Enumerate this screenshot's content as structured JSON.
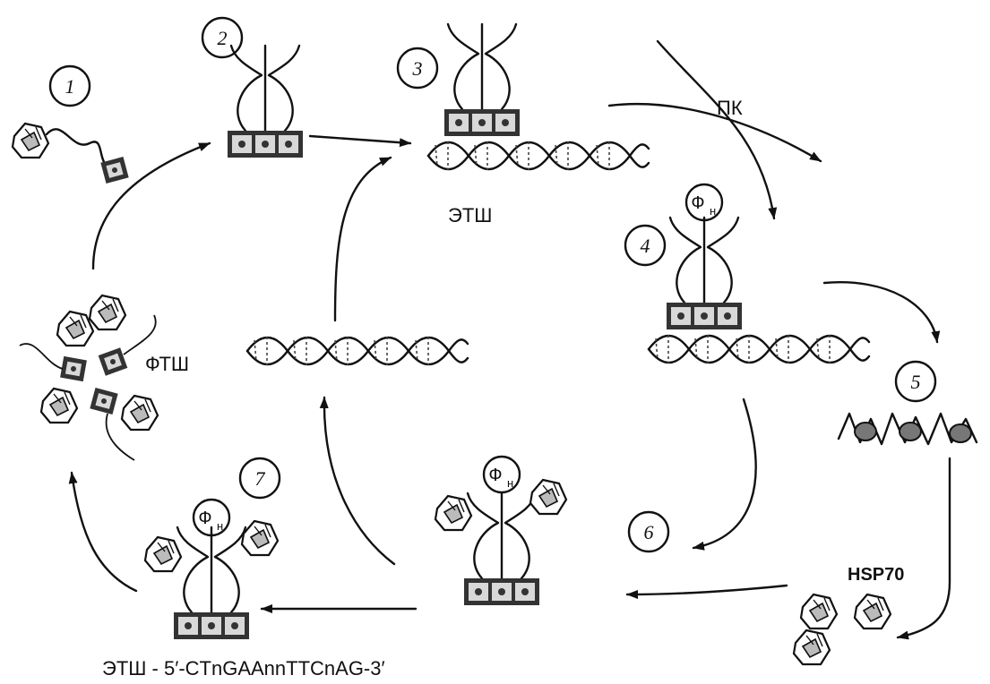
{
  "labels": {
    "etsh": "ЭТШ",
    "ftsh": "ФТШ",
    "pk": "ПК",
    "hsp70": "HSP70",
    "phi": "Ф",
    "phi_sub": "н",
    "sequence": "ЭТШ - 5′-CTnGAAnnTTCnAG-3′"
  },
  "steps": [
    "1",
    "2",
    "3",
    "4",
    "5",
    "6",
    "7"
  ],
  "colors": {
    "ink": "#111111",
    "box": "#333333",
    "box_dot": "#d8d8d8",
    "background": "#ffffff"
  }
}
